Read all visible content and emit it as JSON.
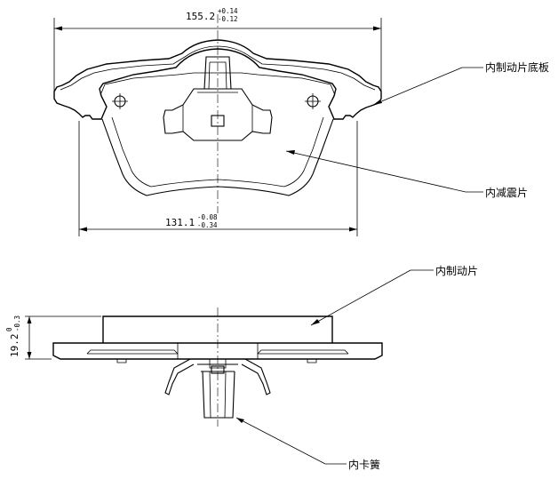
{
  "dimensions": {
    "overall_width": {
      "nominal": "155.2",
      "upper": "+0.14",
      "lower": "-0.12"
    },
    "inner_width": {
      "nominal": "131.1",
      "upper": "-0.08",
      "lower": "-0.34"
    },
    "thickness": {
      "nominal": "19.2",
      "upper": "0",
      "lower": "-0.3"
    }
  },
  "callouts": {
    "backing_plate": "内制动片底板",
    "shim": "内减震片",
    "pad": "内制动片",
    "clip": "内卡簧"
  }
}
